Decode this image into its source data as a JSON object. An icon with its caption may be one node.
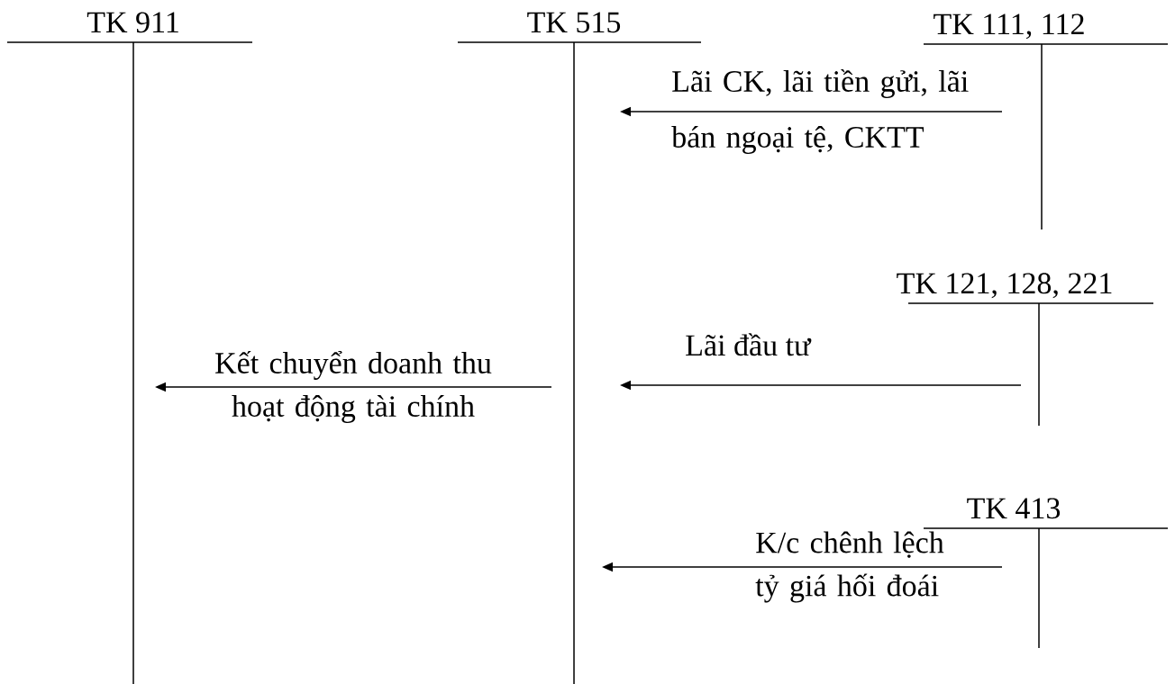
{
  "diagram": {
    "nodes": [
      {
        "text": [
          "TK 911"
        ]
      },
      {
        "text": [
          "TK 515"
        ]
      },
      {
        "text": [
          "TK 111, 112"
        ]
      },
      {
        "text": [
          "TK 121, 128, 221"
        ]
      },
      {
        "text": [
          "TK 413"
        ]
      }
    ],
    "edges": [
      {
        "from": 2,
        "to": 1,
        "arrow": "to",
        "label": "Lãi CK, lãi tiền gửi, lãi bán ngoại tệ, CKTT"
      },
      {
        "from": 3,
        "to": 1,
        "arrow": "to",
        "label": "Lãi đầu tư"
      },
      {
        "from": 1,
        "to": 0,
        "arrow": "to",
        "label": "Kết chuyển doanh thu hoạt động tài chính"
      },
      {
        "from": 4,
        "to": 1,
        "arrow": "to",
        "label": "K/c chênh lệch tỷ giá hối đoái"
      }
    ]
  }
}
